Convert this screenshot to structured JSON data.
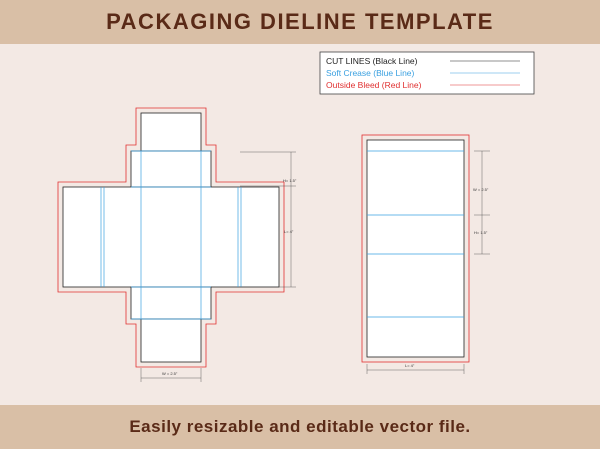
{
  "header": {
    "title": "PACKAGING DIELINE TEMPLATE"
  },
  "footer": {
    "tagline": "Easily resizable and editable vector file."
  },
  "legend": {
    "cut": {
      "label": "CUT LINES (Black Line)",
      "color": "#222222"
    },
    "crease": {
      "label": "Soft Crease (Blue Line)",
      "color": "#3aa0e0"
    },
    "bleed": {
      "label": "Outside Bleed (Red Line)",
      "color": "#e03030"
    }
  },
  "dimensions": {
    "left": {
      "height": "H= 1.5\"",
      "length": "L= 4\"",
      "width": "W = 2.5\""
    },
    "right": {
      "width": "W = 2.5\"",
      "height": "H= 1.5\"",
      "length": "L= 4\""
    }
  },
  "colors": {
    "band": "#d9bfa6",
    "background": "#f3e9e4",
    "title": "#5a2a17",
    "panel": "#ffffff"
  }
}
